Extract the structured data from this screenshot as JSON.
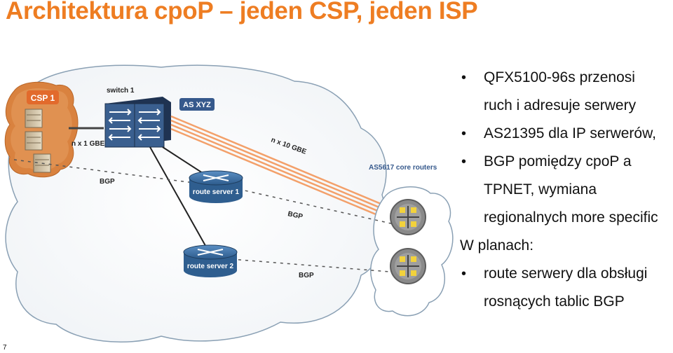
{
  "slide": {
    "title": "Architektura cpoP – jeden CSP, jeden ISP",
    "number": "7"
  },
  "diagram": {
    "csp_label": "CSP 1",
    "switch_label": "switch 1",
    "as_label": "AS XYZ",
    "link_csp_label": "n x 1 GBE",
    "link_core_label": "n x 10 GBE",
    "core_label": "AS5617 core routers",
    "bgp_left": "BGP",
    "bgp_mid": "BGP",
    "bgp_bottom": "BGP",
    "route_server_1": "route server 1",
    "route_server_2": "route server 2"
  },
  "bullets": {
    "line1": "QFX5100-96s przenosi",
    "line2": "ruch i adresuje serwery",
    "line3": "AS21395 dla IP serwerów,",
    "line4": "BGP pomiędzy cpoP a",
    "line5": "TPNET, wymiana",
    "line6": "regionalnych more specific",
    "line7": "W planach:",
    "line8": "route serwery dla obsługi",
    "line9": "rosnących tablic BGP",
    "bullet_char": "•"
  },
  "colors": {
    "title": "#ee7d22",
    "badge": "#e26a2c",
    "as_badge": "#36598c",
    "route_server": "#2f5e8f",
    "core_router": "#8a8a8a",
    "cloud_edge": "#8aa0b4",
    "link_orange": "#f3a06a"
  }
}
